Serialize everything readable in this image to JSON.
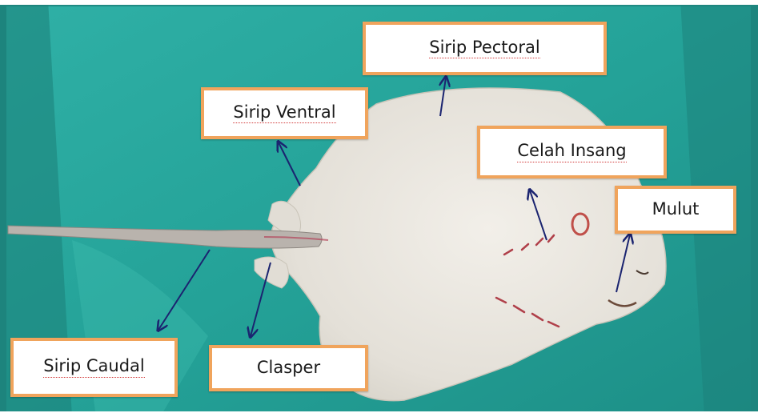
{
  "labels": {
    "pectoral": "Sirip Pectoral",
    "ventral": "Sirip Ventral",
    "gill": "Celah Insang",
    "mouth": "Mulut",
    "caudal": "Sirip Caudal",
    "clasper": "Clasper"
  },
  "colors": {
    "water": "#2aa39a",
    "tray_rim": "#1f8a83",
    "ray_body": "#e6e2da",
    "label_border": "#f0a45c",
    "arrow": "#1b2470"
  }
}
